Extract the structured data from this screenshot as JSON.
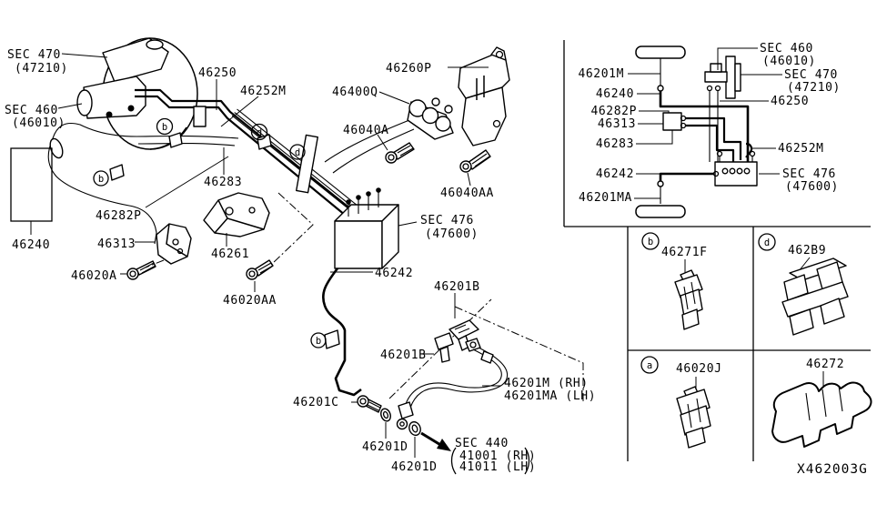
{
  "diagram": {
    "code": "X462003G",
    "callouts": {
      "a": "a",
      "b": "b",
      "d": "d"
    },
    "labels": {
      "sec470_line1": "SEC 470",
      "sec470_line2": "(47210)",
      "sec460_line1": "SEC 460",
      "sec460_line2": "(46010)",
      "sec476_line1": "SEC 476",
      "sec476_line2": "(47600)",
      "sec440_line1": "SEC 440",
      "sec440_line2": "41001 (RH)",
      "sec440_line3": "41011 (LH)",
      "p46250": "46250",
      "p46252M": "46252M",
      "p46260P": "46260P",
      "p46400Q": "46400Q",
      "p46040A": "46040A",
      "p46040AA": "46040AA",
      "p46283": "46283",
      "p46282P": "46282P",
      "p46240": "46240",
      "p46313": "46313",
      "p46261": "46261",
      "p46020A": "46020A",
      "p46020AA": "46020AA",
      "p46242": "46242",
      "p46201B": "46201B",
      "p46201C": "46201C",
      "p46201D": "46201D",
      "p46201M": "46201M",
      "p46201MA": "46201MA",
      "p46201M_RH": "46201M (RH)",
      "p46201MA_LH": "46201MA (LH)"
    },
    "grid_parts": {
      "cell_b": "46271F",
      "cell_d": "462B9",
      "cell_a": "46020J",
      "cell_plain": "46272"
    }
  }
}
